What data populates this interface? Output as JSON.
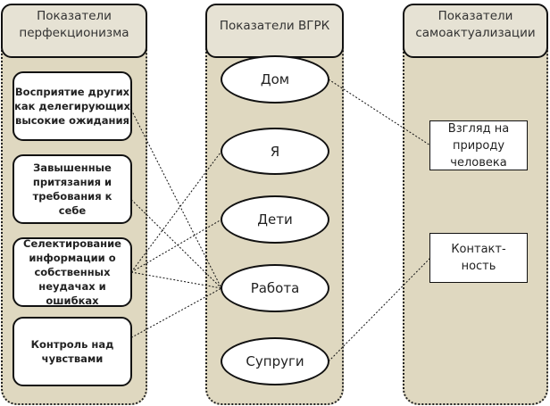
{
  "columns": {
    "perfectionism": {
      "title": "Показатели перфекционизма",
      "items": [
        {
          "id": "p1",
          "label": "Восприятие других как делегирующих высокие ожидания"
        },
        {
          "id": "p2",
          "label": "Завышенные притязания и требования к себе"
        },
        {
          "id": "p3",
          "label": "Селектирование информации о собственных неудачах и ошибках"
        },
        {
          "id": "p4",
          "label": "Контроль над чувствами"
        }
      ]
    },
    "vgrk": {
      "title": "Показатели ВГРК",
      "items": [
        {
          "id": "v1",
          "label": "Дом"
        },
        {
          "id": "v2",
          "label": "Я"
        },
        {
          "id": "v3",
          "label": "Дети"
        },
        {
          "id": "v4",
          "label": "Работа"
        },
        {
          "id": "v5",
          "label": "Супруги"
        }
      ]
    },
    "selfactualization": {
      "title": "Показатели самоактуализации",
      "items": [
        {
          "id": "s1",
          "label": "Взгляд на природу человека"
        },
        {
          "id": "s2",
          "label": "Контакт-ность"
        }
      ]
    }
  },
  "links": [
    {
      "from": "p1",
      "to": "v4"
    },
    {
      "from": "p2",
      "to": "v4"
    },
    {
      "from": "p3",
      "to": "v2"
    },
    {
      "from": "p3",
      "to": "v3"
    },
    {
      "from": "p3",
      "to": "v4"
    },
    {
      "from": "p4",
      "to": "v4"
    },
    {
      "from": "v1",
      "to": "s1"
    },
    {
      "from": "v5",
      "to": "s2"
    }
  ],
  "colors": {
    "column_fill": "#e4ddc6",
    "header_fill": "#ece8da",
    "node_fill": "#ffffff",
    "line": "#111111"
  }
}
